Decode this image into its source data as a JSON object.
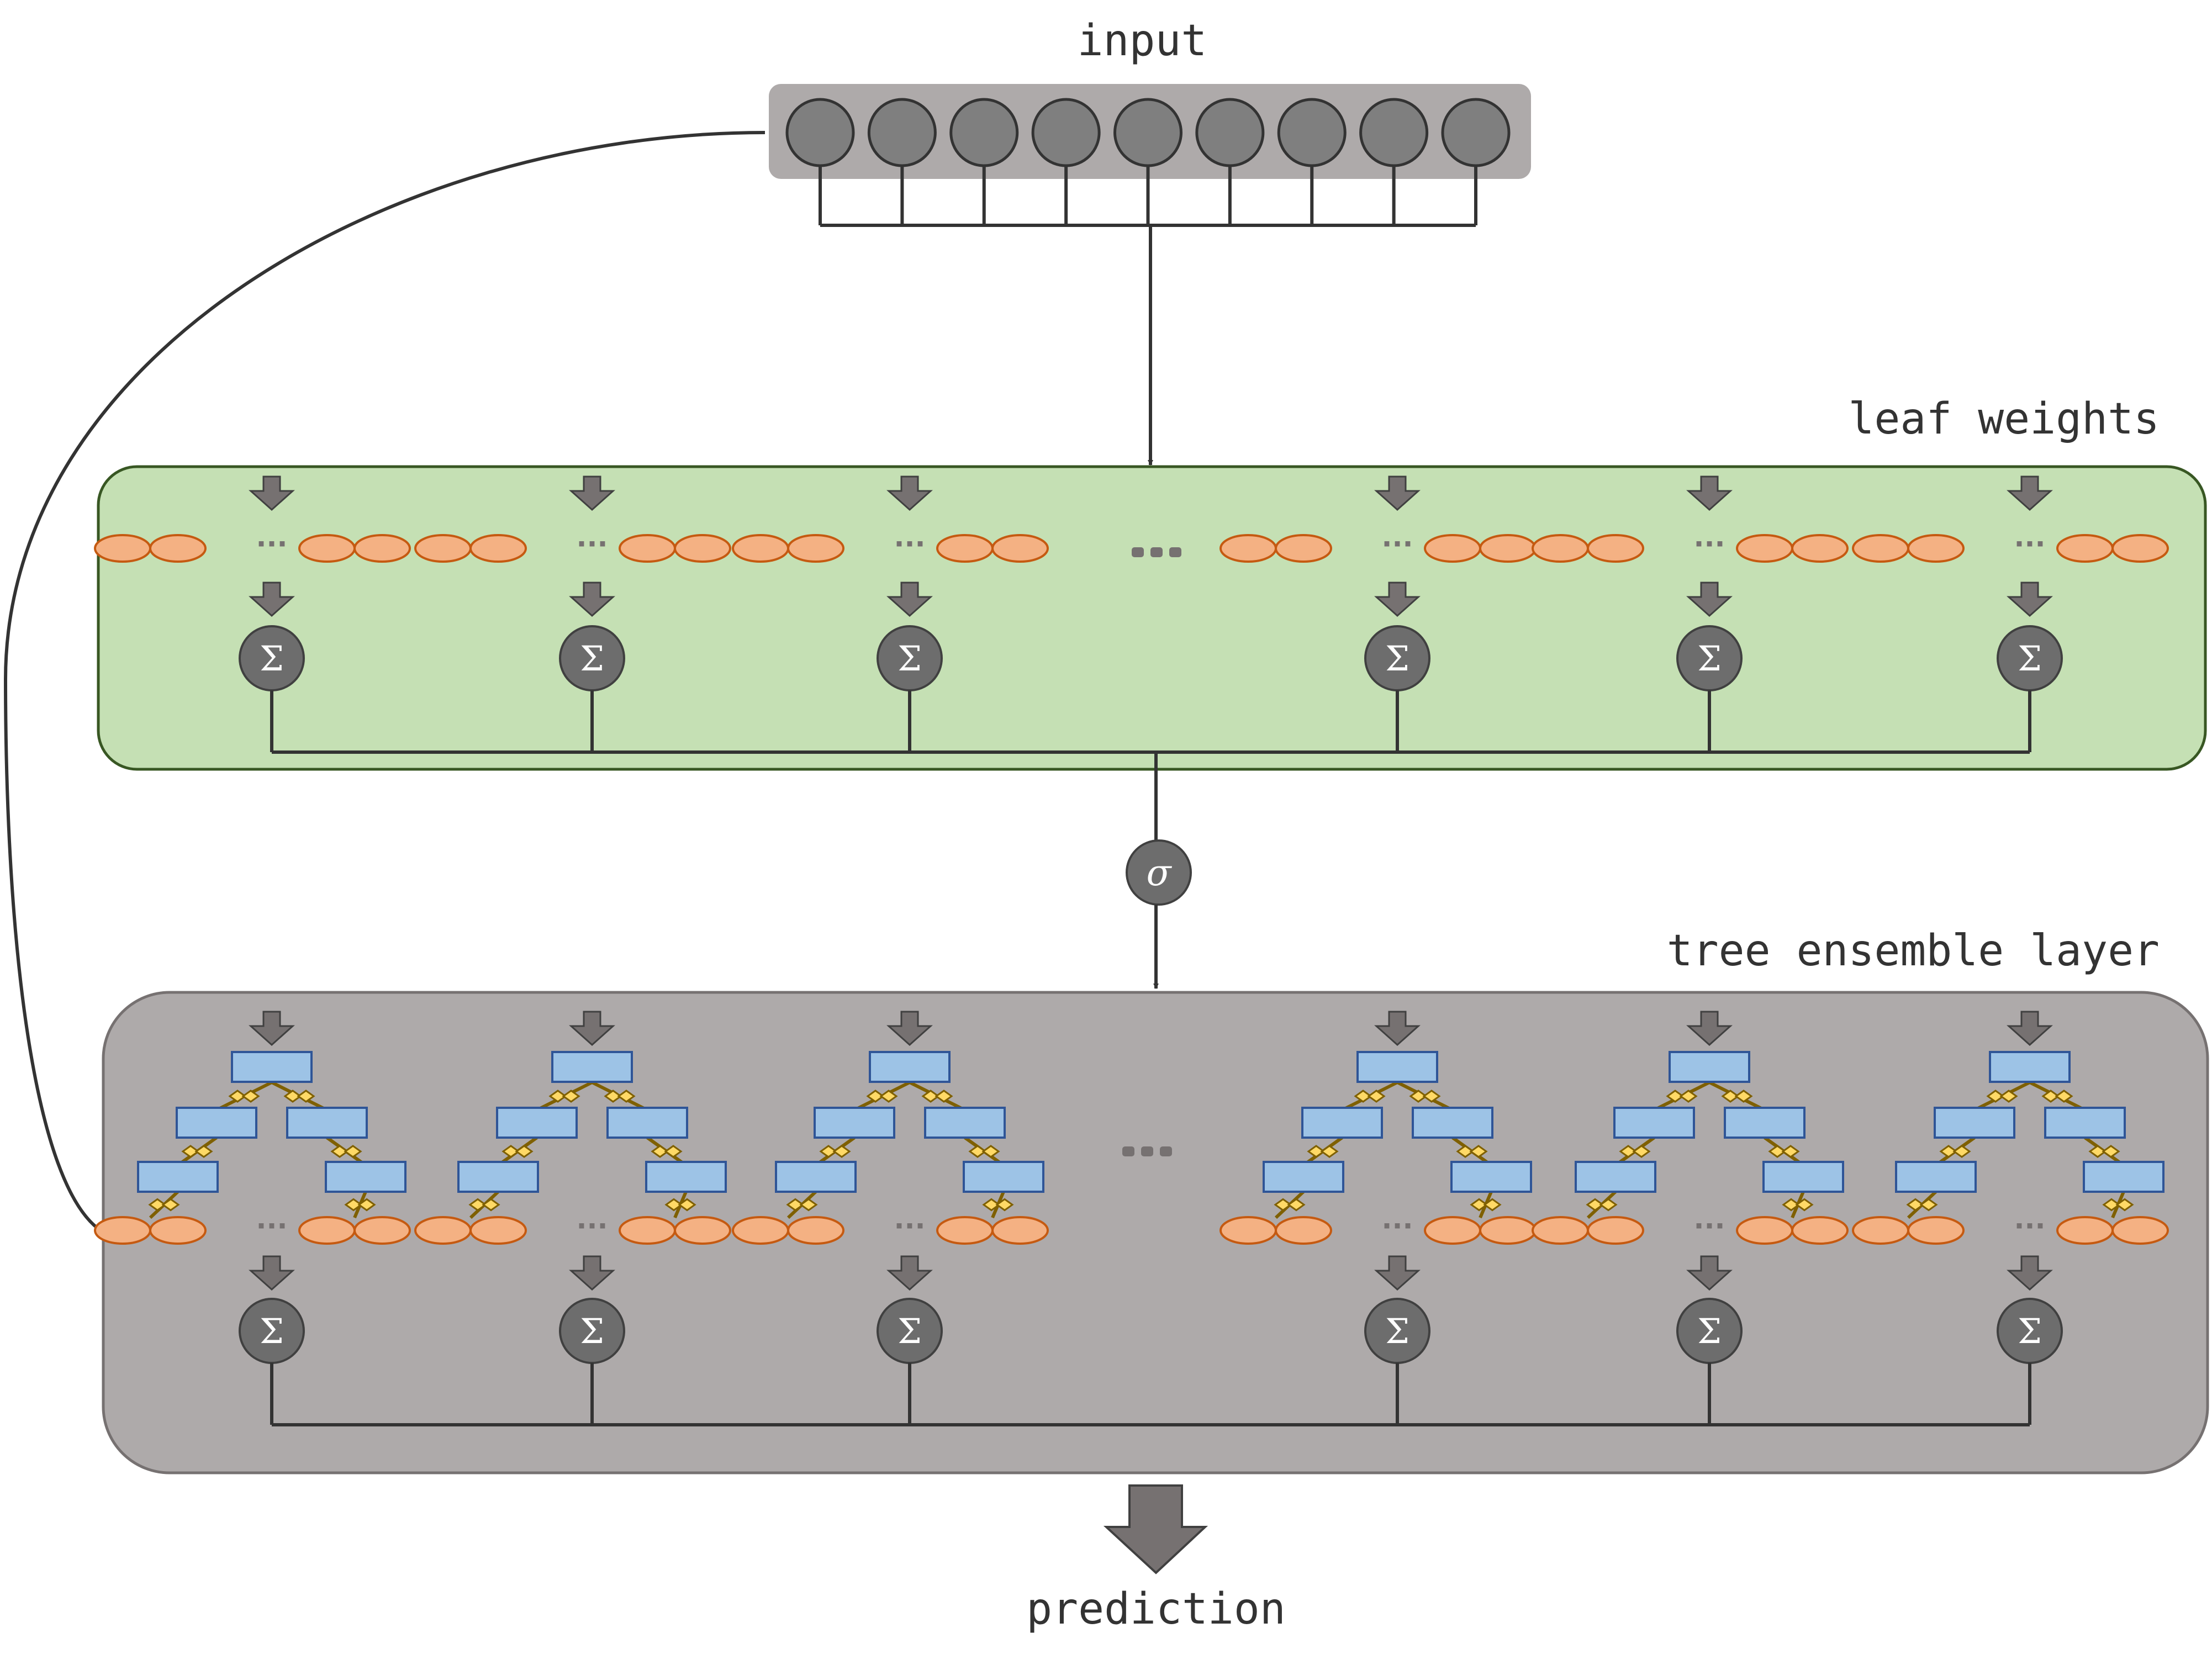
{
  "labels": {
    "input": "input",
    "leaf_weights": "leaf weights",
    "tree_ensemble": "tree ensemble layer",
    "prediction": "prediction"
  },
  "symbols": {
    "sum": "Σ",
    "sigmoid": "σ",
    "ellipsis": "···"
  },
  "input_layer": {
    "node_count": 9
  },
  "groups": {
    "count": 6,
    "hidden_marker": "..."
  },
  "colors": {
    "input_box": "#aeaaaa",
    "input_node": "#7f7f7f",
    "leaf_panel": "#c5e0b4",
    "leaf_panel_border": "#385723",
    "tree_panel": "#aeaaaa",
    "leaf": "#f4b183",
    "leaf_border": "#c55a11",
    "split_node": "#9dc3e6",
    "split_node_border": "#2f5597",
    "edge_diamond": "#ffd966",
    "edge_arrow": "#7f6000",
    "sum_node": "#6d6d6d",
    "arrow": "#767171"
  }
}
